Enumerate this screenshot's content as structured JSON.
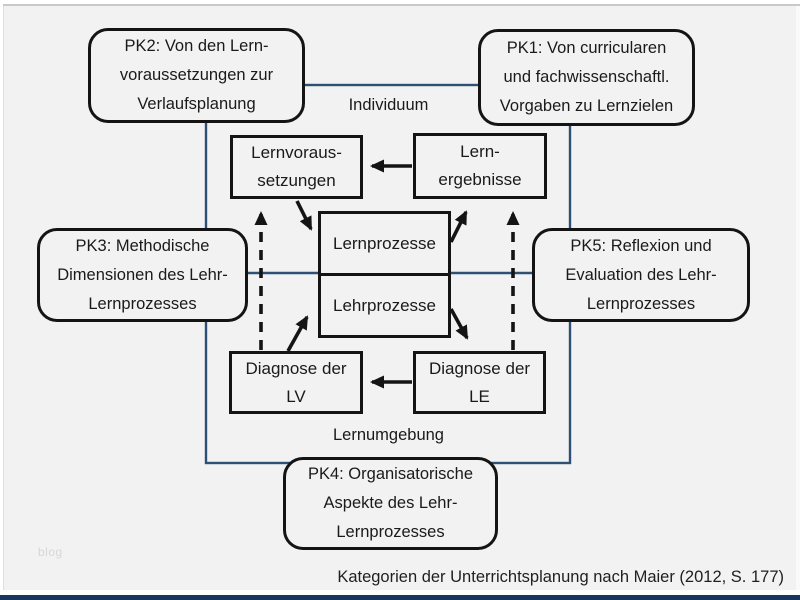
{
  "caption": "Kategorien der Unterrichtsplanung nach Maier (2012, S. 177)",
  "watermark": "blog",
  "colors": {
    "background": "#f2f2f2",
    "connector_blue": "#2e5074",
    "box_border": "#141414",
    "bottom_bar_navy": "#17375e"
  },
  "region_labels": {
    "individuum": "Individuum",
    "lernumgebung": "Lernumgebung"
  },
  "pk_boxes": {
    "pk2": {
      "lines": [
        "PK2: Von den Lern-",
        "voraussetzungen zur",
        "Verlaufsplanung"
      ]
    },
    "pk1": {
      "lines": [
        "PK1: Von curricularen",
        "und fachwissenschaftl.",
        "Vorgaben zu Lernzielen"
      ]
    },
    "pk3": {
      "lines": [
        "PK3: Methodische",
        "Dimensionen des Lehr-",
        "Lernprozesses"
      ]
    },
    "pk5": {
      "lines": [
        "PK5: Reflexion und",
        "Evaluation des Lehr-",
        "Lernprozesses"
      ]
    },
    "pk4": {
      "lines": [
        "PK4: Organisatorische",
        "Aspekte des Lehr-",
        "Lernprozesses"
      ]
    }
  },
  "inner_boxes": {
    "lernvoraussetzungen": {
      "lines": [
        "Lernvoraus-",
        "setzungen"
      ]
    },
    "lernergebnisse": {
      "lines": [
        "Lern-",
        "ergebnisse"
      ]
    },
    "lernprozesse": {
      "label": "Lernprozesse"
    },
    "lehrprozesse": {
      "label": "Lehrprozesse"
    },
    "diagnose_lv": {
      "lines": [
        "Diagnose der",
        "LV"
      ]
    },
    "diagnose_le": {
      "lines": [
        "Diagnose der",
        "LE"
      ]
    }
  }
}
